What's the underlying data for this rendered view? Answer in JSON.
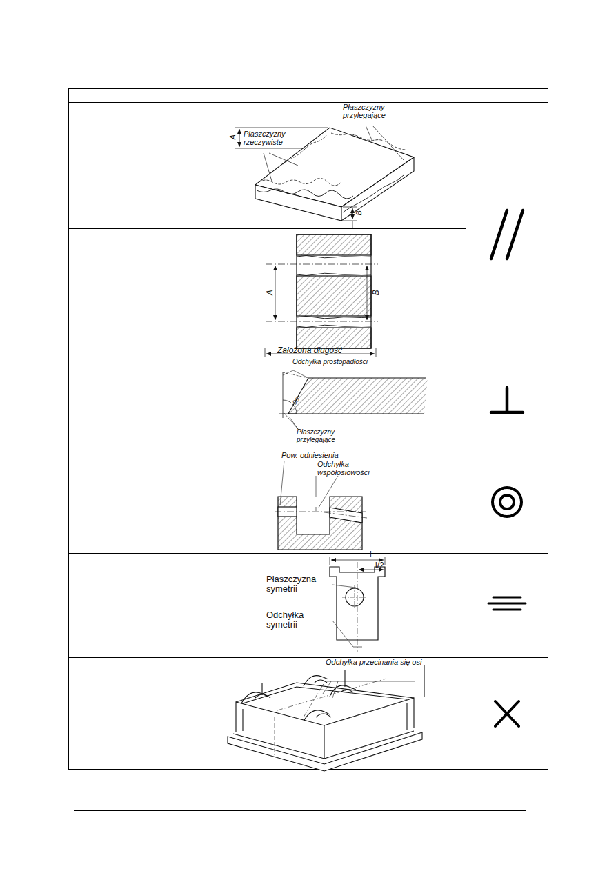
{
  "diagram": {
    "labels": [
      "Płaszczyzny przylegające",
      "Płaszczyzny rzeczywiste",
      "A",
      "B",
      "A",
      "B",
      "Założona długość",
      "Odchyłka prostopadłości",
      "90°",
      "Płaszczyzny przylegające",
      "Pow. odniesienia",
      "Odchyłka współosiowości",
      "l",
      "l/2",
      "Płaszczyzna symetrii",
      "Odchyłka symetrii",
      "Odchyłka przecinania się osi"
    ]
  }
}
